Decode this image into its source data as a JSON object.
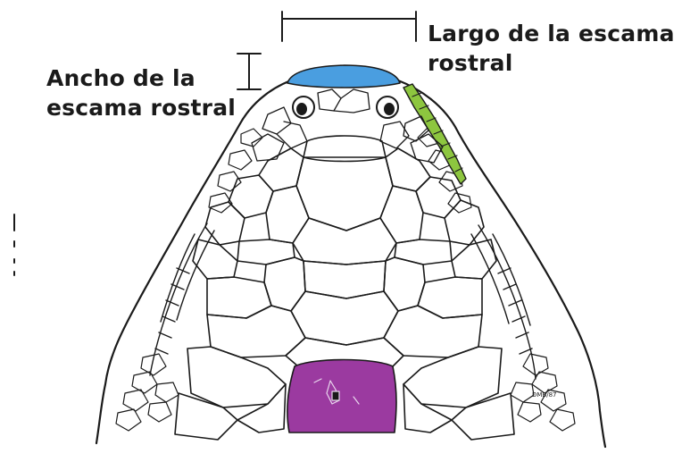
{
  "labels": {
    "width_line1": "Ancho de la",
    "width_line2": "escama rostral",
    "length_line1": "Largo de la escama",
    "length_line2": "rostral"
  },
  "credit": "DMB/87",
  "colors": {
    "rostral_scale_highlight": "#4a9ee0",
    "side_scale_highlight": "#8dc63f",
    "center_scale_highlight": "#9b3aa0",
    "ink": "#1a1a1a"
  }
}
